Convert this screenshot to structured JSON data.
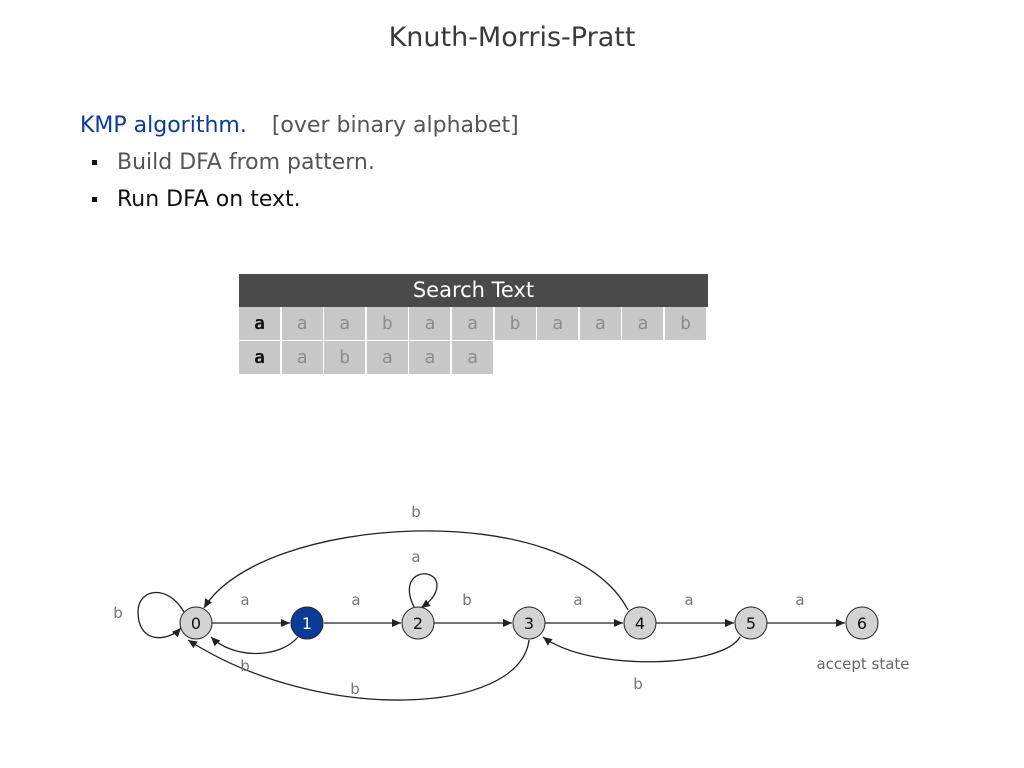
{
  "title": "Knuth-Morris-Pratt",
  "headline": {
    "prefix": "KMP algorithm.",
    "note": "[over binary alphabet]"
  },
  "bullets": [
    "Build DFA from pattern.",
    "Run DFA on text."
  ],
  "search": {
    "header": "Search Text",
    "text": [
      "a",
      "a",
      "a",
      "b",
      "a",
      "a",
      "b",
      "a",
      "a",
      "a",
      "b"
    ],
    "pattern": [
      "a",
      "a",
      "b",
      "a",
      "a",
      "a"
    ],
    "text_active_index": 0,
    "pattern_active_index": 0
  },
  "dfa": {
    "states": [
      "0",
      "1",
      "2",
      "3",
      "4",
      "5",
      "6"
    ],
    "current_state": "1",
    "accept_label": "accept state",
    "transitions": [
      {
        "from": "0",
        "to": "0",
        "symbol": "b"
      },
      {
        "from": "0",
        "to": "1",
        "symbol": "a"
      },
      {
        "from": "1",
        "to": "2",
        "symbol": "a"
      },
      {
        "from": "1",
        "to": "0",
        "symbol": "b"
      },
      {
        "from": "2",
        "to": "2",
        "symbol": "a"
      },
      {
        "from": "2",
        "to": "3",
        "symbol": "b"
      },
      {
        "from": "3",
        "to": "4",
        "symbol": "a"
      },
      {
        "from": "3",
        "to": "0",
        "symbol": "b"
      },
      {
        "from": "4",
        "to": "5",
        "symbol": "a"
      },
      {
        "from": "4",
        "to": "0",
        "symbol": "b"
      },
      {
        "from": "5",
        "to": "6",
        "symbol": "a"
      },
      {
        "from": "5",
        "to": "3",
        "symbol": "b"
      }
    ]
  }
}
